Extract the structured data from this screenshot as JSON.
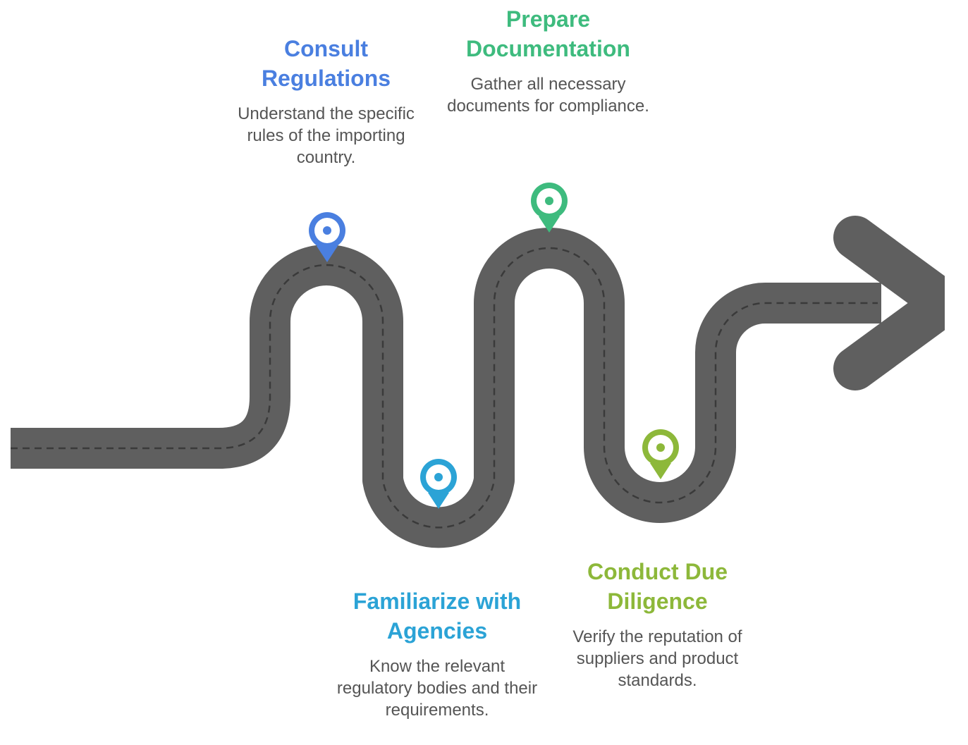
{
  "steps": [
    {
      "id": "consult",
      "title": "Consult Regulations",
      "description": "Understand the specific rules of the importing country.",
      "color": "#4A7FE0"
    },
    {
      "id": "familiarize",
      "title": "Familiarize with Agencies",
      "description": "Know the relevant regulatory bodies and their requirements.",
      "color": "#2BA3D6"
    },
    {
      "id": "prepare",
      "title": "Prepare Documentation",
      "description": "Gather all necessary documents for compliance.",
      "color": "#3EBB7E"
    },
    {
      "id": "due",
      "title": "Conduct Due Diligence",
      "description": "Verify the reputation of suppliers and product standards.",
      "color": "#8DB83A"
    }
  ],
  "road": {
    "color": "#5f5f5f",
    "dash_color": "#3a3a3a",
    "arrow_icon": "arrow-right-icon",
    "pin_icon": "location-pin-icon"
  }
}
